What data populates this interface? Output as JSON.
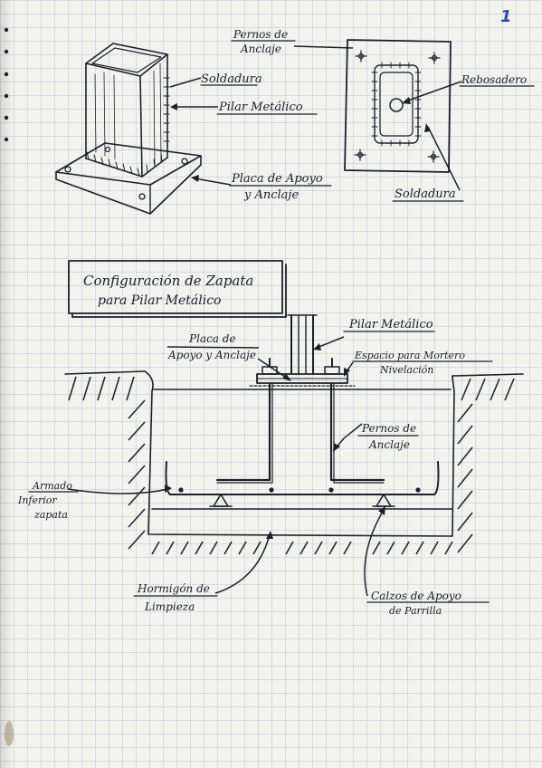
{
  "page_number": "1",
  "isometric_view": {
    "labels": {
      "welding": "Soldadura",
      "column": "Pilar Metálico",
      "base_plate_line1": "Placa de Apoyo",
      "base_plate_line2": "y Anclaje"
    }
  },
  "plan_view": {
    "labels": {
      "bolts_line1": "Pernos de",
      "bolts_line2": "Anclaje",
      "grout_hole": "Rebosadero",
      "welding": "Soldadura"
    }
  },
  "section": {
    "title_line1": "Configuración de Zapata",
    "title_line2": "para Pilar Metálico",
    "labels": {
      "column": "Pilar Metálico",
      "base_plate_line1": "Placa de",
      "base_plate_line2": "Apoyo y Anclaje",
      "mortar_line1": "Espacio para Mortero",
      "mortar_line2": "Nivelación",
      "bolts_line1": "Pernos de",
      "bolts_line2": "Anclaje",
      "rebar_line1": "Armado",
      "rebar_line2": "Inferior",
      "rebar_line3": "zapata",
      "lean_concrete_line1": "Hormigón de",
      "lean_concrete_line2": "Limpieza",
      "spacers_line1": "Calzos de Apoyo",
      "spacers_line2": "de Parrilla"
    }
  }
}
